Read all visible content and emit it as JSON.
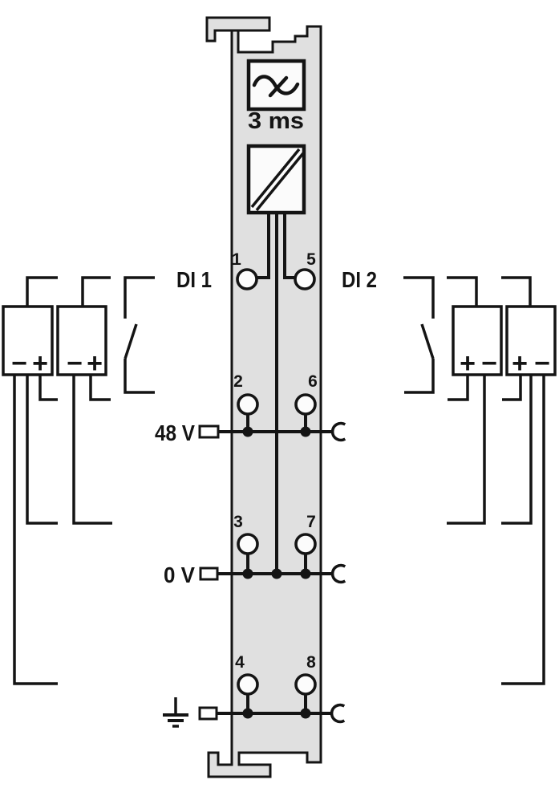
{
  "diagram_type": "io-module-wiring-connection-diagram",
  "module": {
    "filter_label": "3 ms",
    "left_channel_label": "DI 1",
    "right_channel_label": "DI 2",
    "rails": {
      "supply_label": "48 V",
      "zero_label": "0 V",
      "ground": "earth-ground-symbol"
    },
    "terminals": {
      "t1": "1",
      "t2": "2",
      "t3": "3",
      "t4": "4",
      "t5": "5",
      "t6": "6",
      "t7": "7",
      "t8": "8"
    }
  },
  "polarity": {
    "plus": "+",
    "minus": "−"
  },
  "colors": {
    "line": "#141414",
    "module_fill": "#e0e0e0",
    "box_fill": "#fbfbfb",
    "background": "#ffffff"
  }
}
